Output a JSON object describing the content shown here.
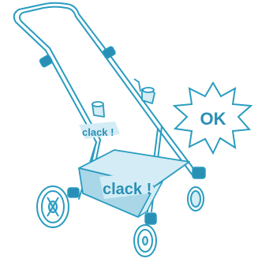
{
  "labels": {
    "clack_small": "clack !",
    "clack_large": "clack !",
    "ok": "OK"
  },
  "colors": {
    "outline": "#2a9cbf",
    "fill": "#d3ecf5",
    "fill_dark": "#a9d7e8",
    "accent": "#2a8fb5",
    "background": "#ffffff"
  }
}
